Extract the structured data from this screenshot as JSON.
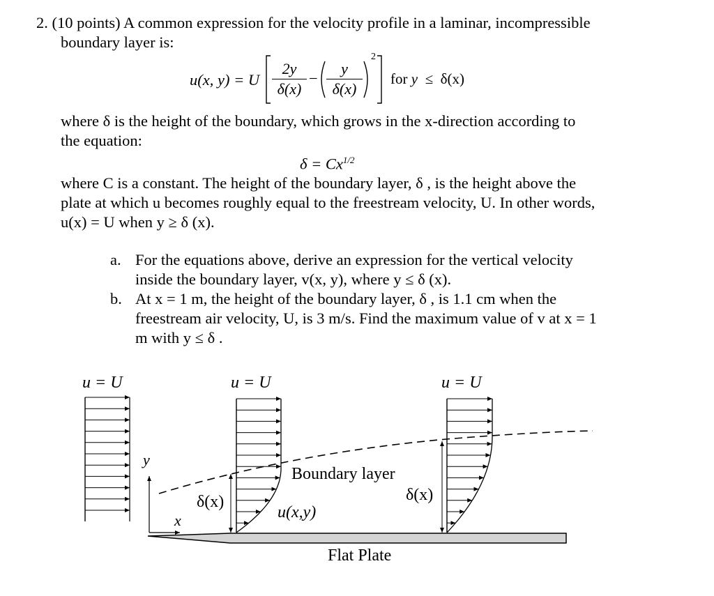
{
  "problem": {
    "number": "2.",
    "header_rest": "(10 points) A common expression for the velocity profile in a laminar, incompressible",
    "header_line2": "boundary layer is:",
    "eq1": {
      "lhs": "u(x, y) = U",
      "num1": "2y",
      "den1": "δ(x)",
      "minus": "−",
      "num2": "y",
      "den2": "δ(x)",
      "exp": "2",
      "cond_for": "for",
      "cond_y": "y",
      "cond_rel": "≤",
      "cond_delta": "δ(x)"
    },
    "p2_line1": "where δ is the height of the boundary, which grows in the x-direction according to",
    "p2_line2": "the equation:",
    "eq2": {
      "lhs": "δ = Cx",
      "exp": "1/2"
    },
    "p3_line1": "where C is a constant. The height of the boundary layer, δ , is the height above the",
    "p3_line2": "plate at which u becomes roughly equal to the freestream velocity, U. In other words,",
    "p3_line3": "u(x) = U when  y  ≥ δ (x).",
    "part_a": {
      "label": "a.",
      "line1": "For the equations above, derive an expression for the vertical velocity",
      "line2": "inside the boundary layer, v(x, y), where y ≤ δ (x)."
    },
    "part_b": {
      "label": "b.",
      "line1": "At x  = 1 m, the height of the boundary layer, δ , is 1.1 cm when the",
      "line2": "freestream air velocity, U, is 3 m/s. Find the maximum value of v at x = 1",
      "line3": "m with  y ≤ δ ."
    }
  },
  "figure": {
    "label_u_left": "u = U",
    "label_u_mid": "u = U",
    "label_u_right": "u = U",
    "label_y": "y",
    "label_x": "x",
    "label_delta_mid": "δ(x)",
    "label_delta_right": "δ(x)",
    "label_boundary_layer": "Boundary layer",
    "label_uxy": "u(x,y)",
    "label_flat_plate": "Flat Plate",
    "plate_color": "#d4d4d4"
  }
}
